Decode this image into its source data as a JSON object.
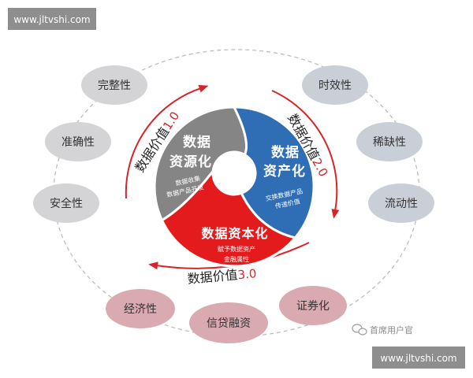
{
  "watermark": {
    "top": "www.jltvshi.com",
    "bottom": "www.jltvshi.com"
  },
  "stages": {
    "resource": {
      "title_line1": "数据",
      "title_line2": "资源化",
      "desc_line1": "数据收集",
      "desc_line2": "数据产品开发"
    },
    "asset": {
      "title_line1": "数据",
      "title_line2": "资产化",
      "desc_line1": "交换数据产品",
      "desc_line2": "传递价值"
    },
    "capital": {
      "title": "数据资本化",
      "desc_line1": "赋予数据资产",
      "desc_line2": "金融属性"
    }
  },
  "value_labels": [
    {
      "text": "数据价值",
      "version": "1.0"
    },
    {
      "text": "数据价值",
      "version": "2.0"
    },
    {
      "text": "数据价值",
      "version": "3.0"
    }
  ],
  "properties": {
    "left": [
      "完整性",
      "准确性",
      "安全性"
    ],
    "right": [
      "时效性",
      "稀缺性",
      "流动性"
    ],
    "bottom": [
      "经济性",
      "信贷融资",
      "证券化"
    ]
  },
  "brand": {
    "account": "首席用户官",
    "icon": "wechat-icon"
  },
  "colors": {
    "resource": "#858585",
    "asset": "#2f6db5",
    "capital": "#e31b1d",
    "arrow": "#d9232b",
    "property_left": "#d4d4d6",
    "property_right": "#cacfd7",
    "property_bottom": "#d9abb0",
    "watermark_bg": "#8e8e8e"
  }
}
